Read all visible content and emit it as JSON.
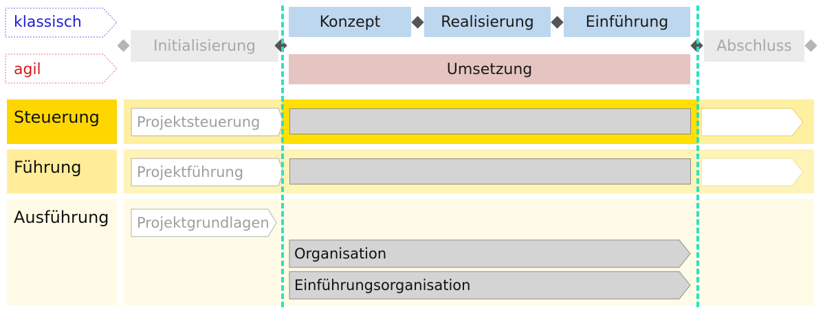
{
  "legend": {
    "classic_label": "klassisch",
    "classic_color": "#1f1fd6",
    "agile_label": "agil",
    "agile_color": "#d81a1a"
  },
  "phases": {
    "initialization": "Initialisierung",
    "concept": "Konzept",
    "realization": "Realisierung",
    "introduction": "Einführung",
    "implementation": "Umsetzung",
    "closure": "Abschluss"
  },
  "rows": {
    "steering": {
      "label": "Steuerung",
      "process": "Projektsteuerung"
    },
    "management": {
      "label": "Führung",
      "process": "Projektführung"
    },
    "execution": {
      "label": "Ausführung",
      "process": "Projektgrundlagen",
      "streams": [
        "Organisation",
        "Einführungsorganisation"
      ]
    }
  },
  "colors": {
    "classic_phase": "#bdd7ee",
    "agile_phase": "#e6c4c2",
    "inactive_phase": "#ebebeb",
    "milestone": "#555555",
    "milestone_inactive": "#b5b5b5",
    "steering_band": "#ffe066",
    "steering_label": "#ffd700",
    "management_band": "#fff2b3",
    "management_label": "#ffed99",
    "execution_band": "#fffbe6",
    "gate_line": "#2fe0c0",
    "bar": "#d4d4d4"
  },
  "icons": {
    "milestone": "diamond-icon",
    "chevron": "chevron-right-shape"
  }
}
